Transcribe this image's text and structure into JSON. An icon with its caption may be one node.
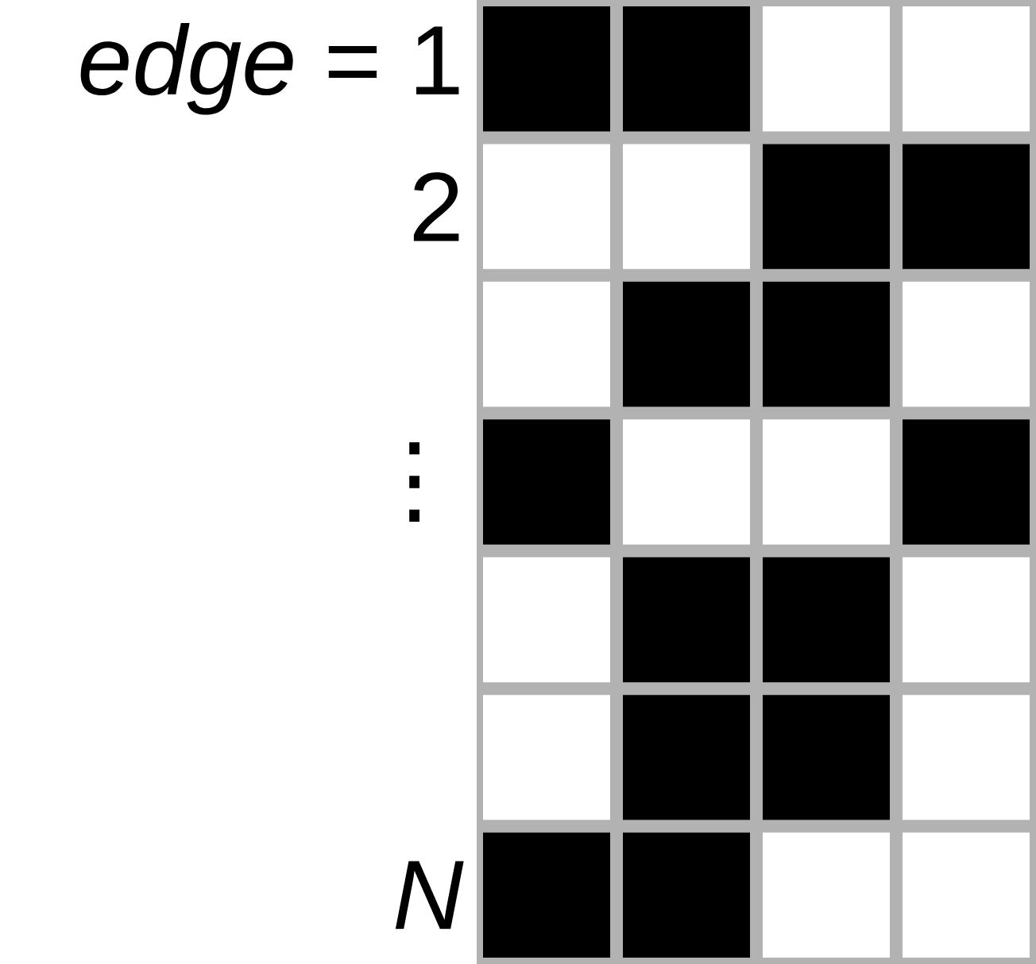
{
  "diagram": {
    "labels": [
      "*edge* = 1",
      "2",
      "⋮",
      "N"
    ]
  }
}
